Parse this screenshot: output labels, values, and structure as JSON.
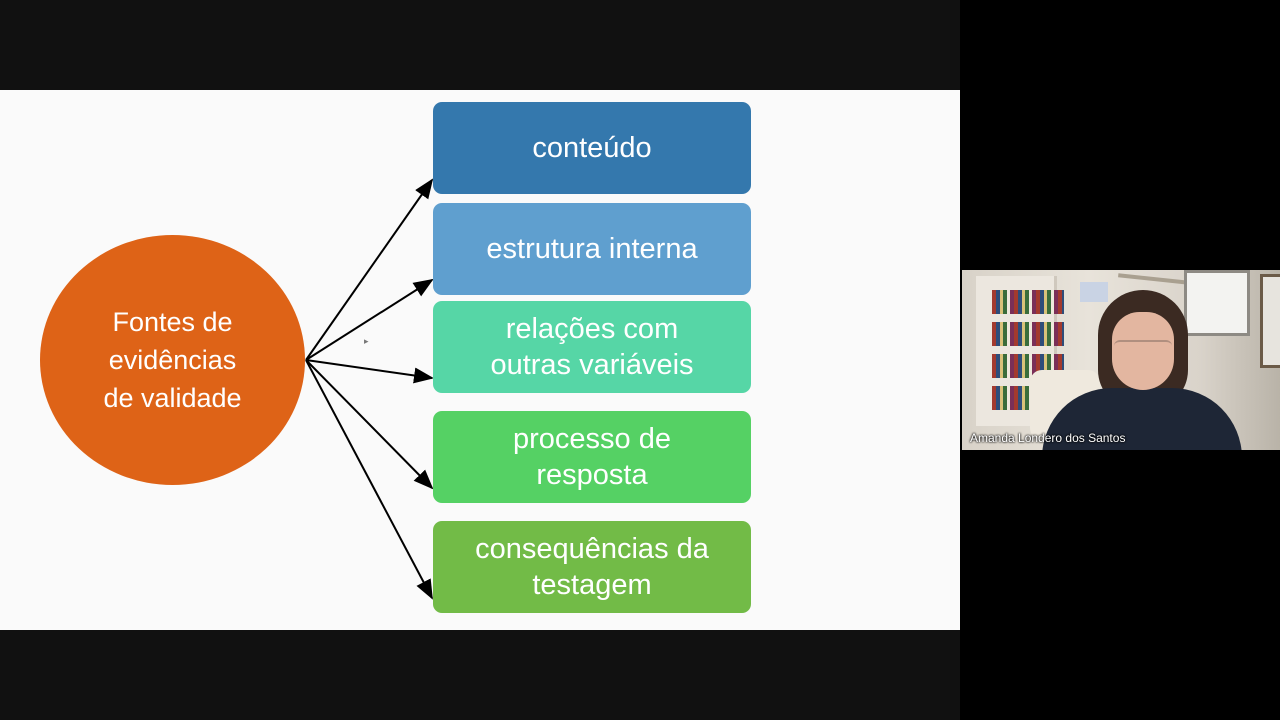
{
  "slide": {
    "center_label": "Fontes de\nevidências\nde validade",
    "boxes": [
      {
        "label": "conteúdo",
        "color": "#3478ad"
      },
      {
        "label": "estrutura interna",
        "color": "#5f9fcf"
      },
      {
        "label": "relações com\noutras variáveis",
        "color": "#56d6a6"
      },
      {
        "label": "processo de\nresposta",
        "color": "#55d164"
      },
      {
        "label": "consequências da\ntestagem",
        "color": "#72bb47"
      }
    ],
    "center_color": "#de6317"
  },
  "participant": {
    "name": "Amanda Londero dos Santos"
  }
}
